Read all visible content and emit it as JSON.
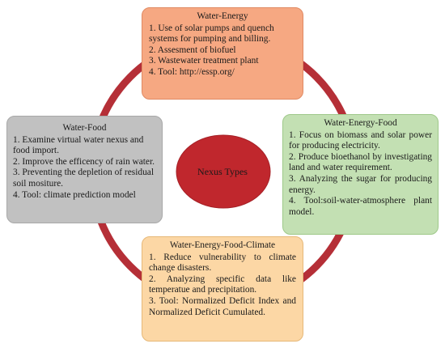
{
  "center": {
    "label": "Nexus Types"
  },
  "colors": {
    "ring": "#b52f37",
    "center_fill": "#c0272d",
    "water_energy": "#f6a882",
    "water_food": "#c1c1c1",
    "water_energy_food": "#c3e0b3",
    "water_energy_food_climate": "#fcd7a5"
  },
  "boxes": {
    "water_energy": {
      "title": "Water-Energy",
      "items": [
        "1. Use of solar pumps and quench systems for pumping and billing.",
        "2.  Assesment of biofuel",
        "3. Wastewater treatment plant",
        "4. Tool: http://essp.org/"
      ]
    },
    "water_food": {
      "title": "Water-Food",
      "items": [
        "1. Examine virtual water nexus and food import.",
        "2. Improve the efficency of rain water.",
        "3. Preventing the depletion of residual soil mositure.",
        "4. Tool: climate prediction model"
      ]
    },
    "water_energy_food": {
      "title": "Water-Energy-Food",
      "items": [
        "1. Focus on biomass and solar power for producing electricity.",
        "2. Produce bioethanol by investigating land and water requirement.",
        "3. Analyzing the sugar for producing energy.",
        "4. Tool:soil-water-atmosphere plant model."
      ]
    },
    "water_energy_food_climate": {
      "title": "Water-Energy-Food-Climate",
      "items": [
        "1. Reduce vulnerability to climate change disasters.",
        "2. Analyzing specific data like temperatue and precipitation.",
        "3. Tool: Normalized Deficit Index and Normalized Deficit Cumulated."
      ]
    }
  }
}
